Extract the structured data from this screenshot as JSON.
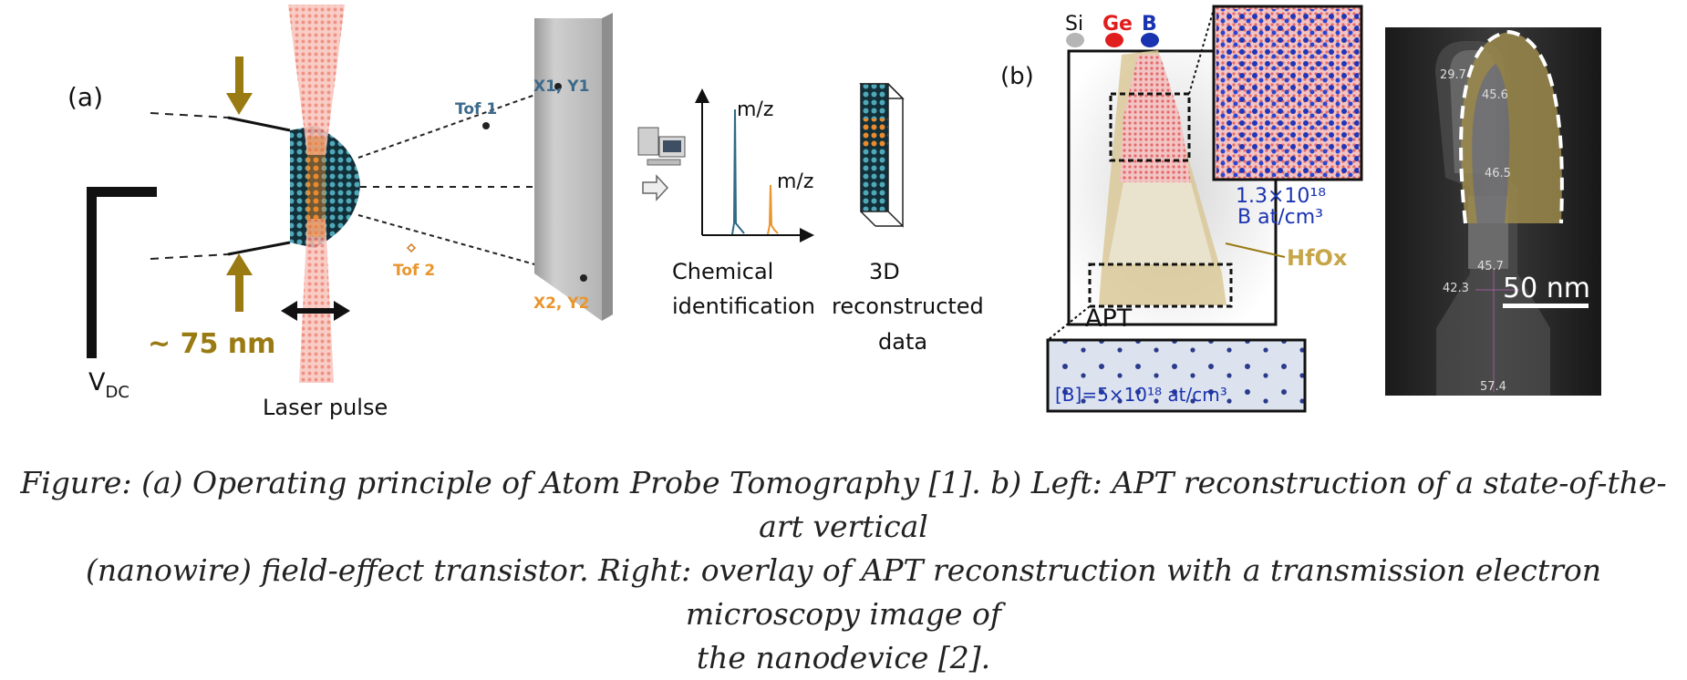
{
  "panel_a": {
    "label": "(a)",
    "tof1": "Tof 1",
    "tof2": "Tof 2",
    "x1y1": "X1, Y1",
    "x2y2": "X2, Y2",
    "mz1": "m/z",
    "mz2": "m/z",
    "chem_line1": "Chemical",
    "chem_line2": "identification",
    "recon_line1": "3D",
    "recon_line2": "reconstructed",
    "recon_line3": "data",
    "size": "~ 75 nm",
    "vdc_main": "V",
    "vdc_sub": "DC",
    "laser": "Laser pulse"
  },
  "panel_b": {
    "label": "(b)",
    "legend": [
      "Si",
      "Ge",
      "B"
    ],
    "conc_top_line1": "1.3×10¹⁸",
    "conc_top_line2": "B at/cm³",
    "hfox": "HfOx",
    "apt": "APT",
    "conc_bottom": "[B]=5×10¹⁸ at/cm³",
    "tem_labels": [
      "29.7",
      "45.6",
      "46.5",
      "45.7",
      "42.3",
      "57.4"
    ],
    "scale": "50 nm"
  },
  "caption": [
    "Figure: (a) Operating principle of Atom Probe Tomography [1]. b) Left: APT reconstruction of a state-of-the-art vertical",
    "(nanowire) field-effect transistor. Right: overlay of APT reconstruction with a transmission electron microscopy image of",
    "the nanodevice [2]."
  ],
  "colors": {
    "gold": "#9a7a12",
    "tof_blue": "#3d6a8a",
    "tof_orange": "#e8962e",
    "apt_blue": "#1a33b0",
    "ge_red": "#e01e1e"
  }
}
